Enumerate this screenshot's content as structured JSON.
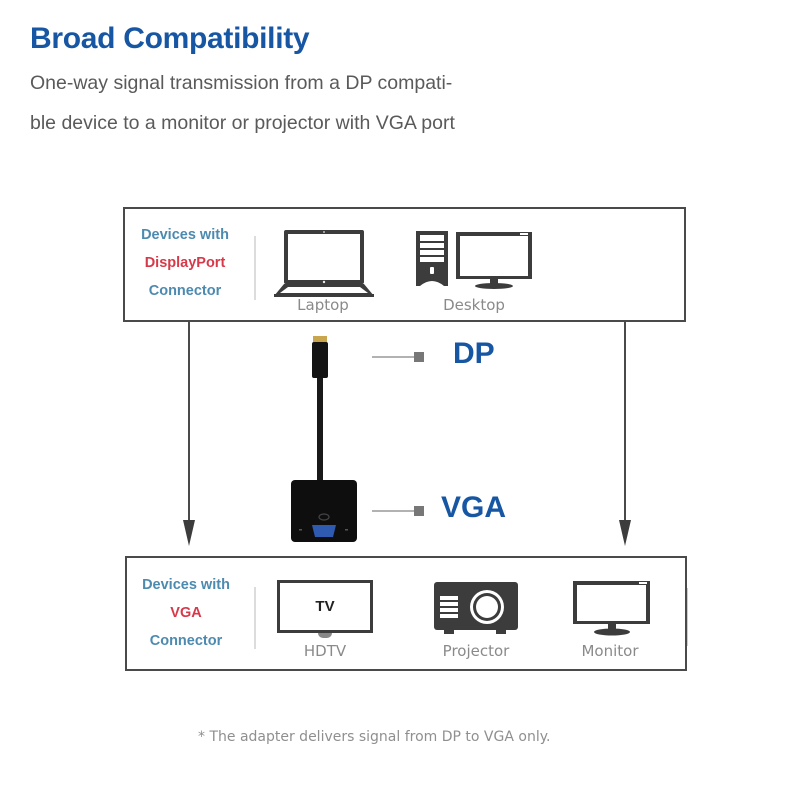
{
  "header": {
    "title": "Broad Compatibility",
    "subtitle_line1": "One-way signal transmission from a DP compati-",
    "subtitle_line2": "ble device to a monitor or projector with VGA port"
  },
  "source_group": {
    "label_line1": "Devices with",
    "label_line2": "DisplayPort",
    "label_line3": "Connector",
    "devices": [
      {
        "name": "Laptop",
        "icon": "laptop-icon"
      },
      {
        "name": "Desktop",
        "icon": "desktop-icon"
      }
    ]
  },
  "adapter": {
    "dp_label": "DP",
    "vga_label": "VGA"
  },
  "target_group": {
    "label_line1": "Devices with",
    "label_line2": "VGA",
    "label_line3": "Connector",
    "devices": [
      {
        "name": "HDTV",
        "icon": "tv-icon",
        "screen_text": "TV"
      },
      {
        "name": "Projector",
        "icon": "projector-icon"
      },
      {
        "name": "Monitor",
        "icon": "monitor-icon"
      }
    ]
  },
  "footnote": "* The adapter delivers signal from DP to VGA only.",
  "colors": {
    "title_blue": "#1656a3",
    "label_blue": "#4c8ab0",
    "label_red": "#d6394a",
    "icon_dark": "#3a3a3a"
  }
}
